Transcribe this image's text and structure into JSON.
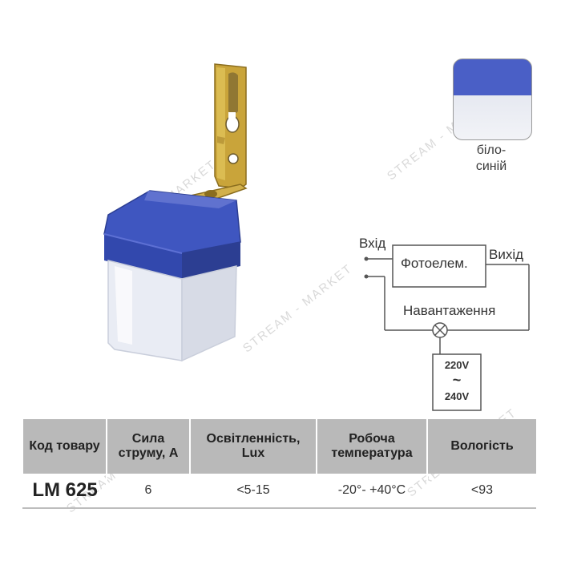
{
  "product": {
    "image_name": "photo-sensor-relay",
    "colors": {
      "cap": "#3f56c0",
      "body": "#eef0f6",
      "bracket": "#c9a43a"
    }
  },
  "thumbnail": {
    "caption_lines": [
      "біло-",
      "синій"
    ]
  },
  "wiring": {
    "input_label": "Вхід",
    "output_label": "Вихід",
    "sensor_label": "Фотоелем.",
    "load_label": "Навантаження",
    "voltage_top": "220V",
    "voltage_symbol": "~",
    "voltage_bottom": "240V"
  },
  "spec_table": {
    "headers": [
      "Код товару",
      "Сила струму, А",
      "Освітленність, Lux",
      "Робоча температура",
      "Вологість"
    ],
    "row": {
      "code": "LM 625",
      "current": "6",
      "lux": "<5-15",
      "temperature": "-20°- +40°C",
      "humidity": "<93"
    }
  },
  "watermark": "STREAM - MARKET"
}
